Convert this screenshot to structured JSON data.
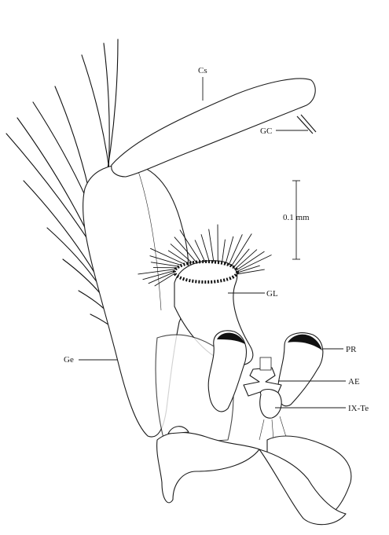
{
  "figure": {
    "labels": {
      "cs": "Cs",
      "gc": "GC",
      "gl": "GL",
      "ge": "Ge",
      "pr": "PR",
      "ae": "AE",
      "ix_te": "IX-Te"
    },
    "scale_bar": {
      "label": "0.1 mm"
    }
  }
}
